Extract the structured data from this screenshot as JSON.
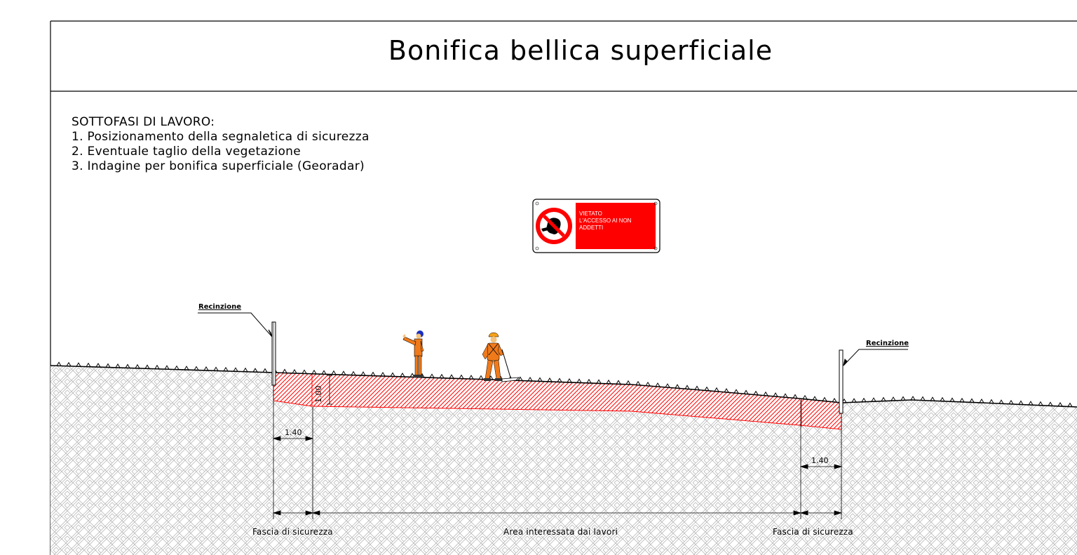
{
  "title": "Bonifica  bellica  superficiale",
  "notes": {
    "heading": "SOTTOFASI  DI  LAVORO:",
    "items": [
      "1.  Posizionamento  della  segnaletica  di  sicurezza",
      "2.  Eventuale  taglio  della  vegetazione",
      "3.  Indagine  per  bonifica  superficiale  (Georadar)"
    ]
  },
  "sign": {
    "lines": [
      "VIETATO",
      "L'ACCESSO AI NON",
      "ADDETTI"
    ],
    "color": "#ff0000"
  },
  "labels": {
    "fence_left": "Recinzione",
    "fence_right": "Recinzione",
    "depth": "1.00",
    "width_left": "1.40",
    "width_right": "1.40",
    "zone_left": "Fascia  di  sicurezza",
    "zone_center": "Area  interessata  dai  lavori",
    "zone_right": "Fascia  di  sicurezza"
  },
  "colors": {
    "excavation": "#ff0000",
    "worker_suit": "#f07a1a",
    "helmet": "#1a2fbf"
  }
}
